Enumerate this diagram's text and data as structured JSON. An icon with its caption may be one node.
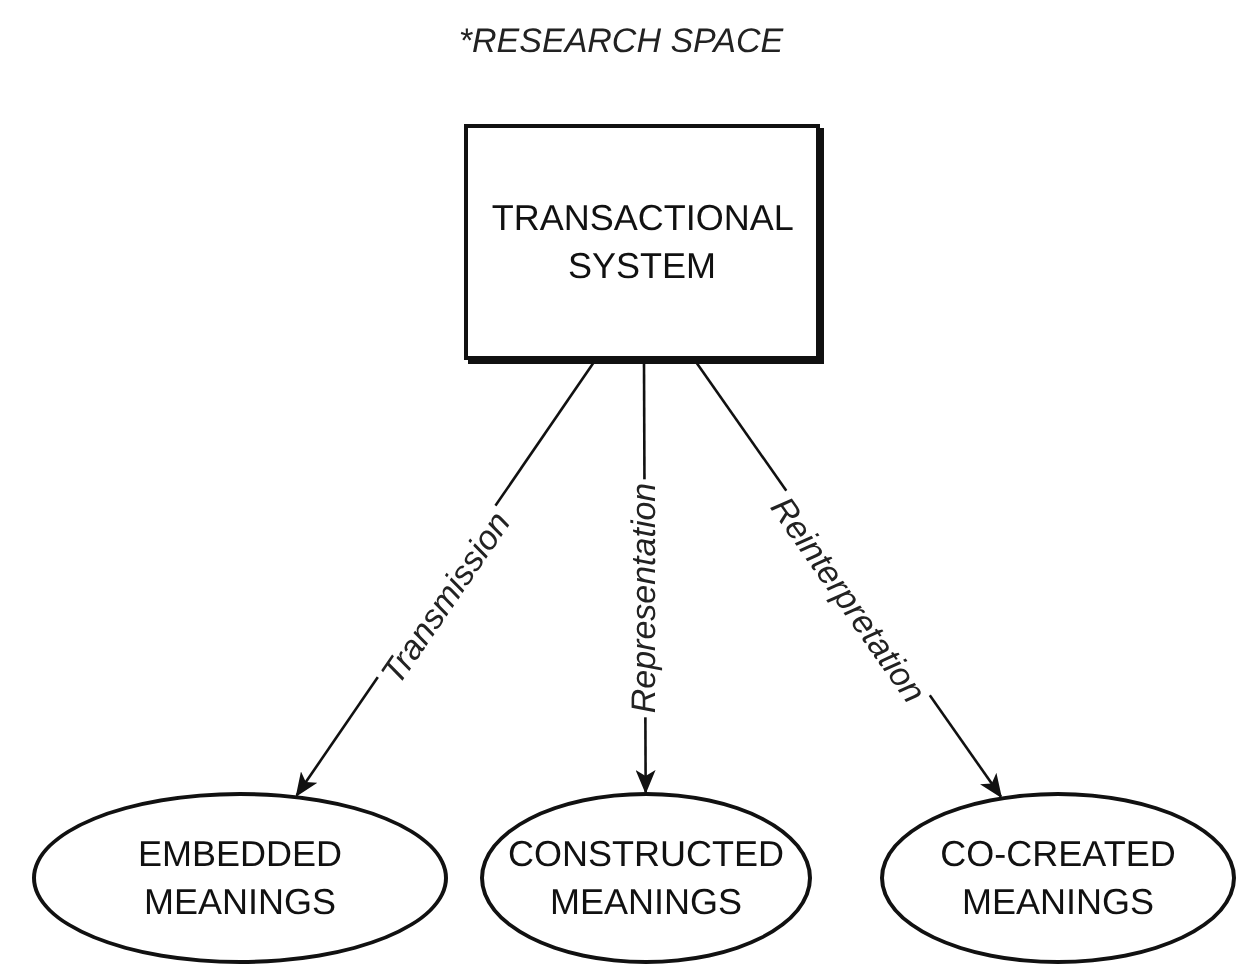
{
  "diagram": {
    "title": "*RESEARCH SPACE",
    "nodes": [
      {
        "text": [
          "TRANSACTIONAL SYSTEM"
        ]
      },
      {
        "text": [
          "EMBEDDED MEANINGS"
        ]
      },
      {
        "text": [
          "CONSTRUCTED MEANINGS"
        ]
      },
      {
        "text": [
          "CO-CREATED MEANINGS"
        ]
      }
    ],
    "edges": [
      {
        "from": 0,
        "to": 1,
        "arrow": "to",
        "label": "Transmission"
      },
      {
        "from": 0,
        "to": 2,
        "arrow": "to",
        "label": "Representation"
      },
      {
        "from": 0,
        "to": 3,
        "arrow": "to",
        "label": "Reinterpretation"
      }
    ]
  }
}
